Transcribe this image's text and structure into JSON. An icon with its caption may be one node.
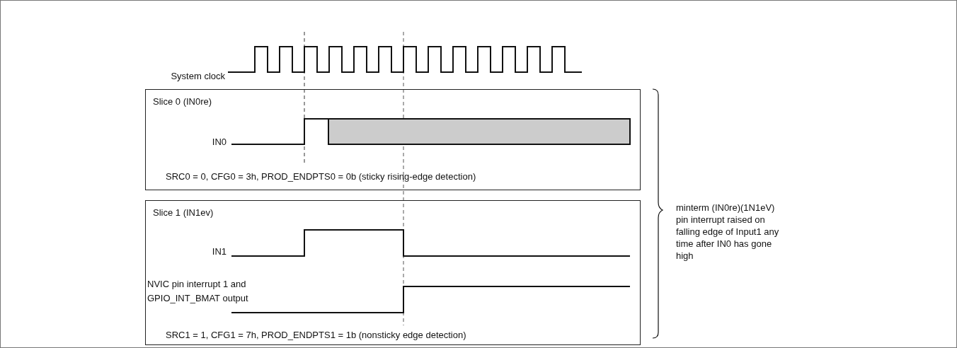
{
  "diagram": {
    "nodes": [
      {
        "text": [
          "Slice 0 (IN0re)",
          "SRC0 = 0, CFG0 = 3h, PROD_ENDPTS0 = 0b (sticky rising-edge detection)"
        ]
      },
      {
        "text": [
          "Slice 1 (IN1ev)",
          "SRC1 = 1, CFG1 = 7h, PROD_ENDPTS1 = 1b (nonsticky edge detection)"
        ]
      }
    ],
    "edges": [],
    "labels": [
      "System clock",
      "IN0",
      "IN1",
      "NVIC pin interrupt 1 and GPIO_INT_BMAT output",
      "minterm (IN0re)(1N1eV) pin interrupt raised on falling edge of Input1 any time after IN0 has gone high"
    ]
  }
}
